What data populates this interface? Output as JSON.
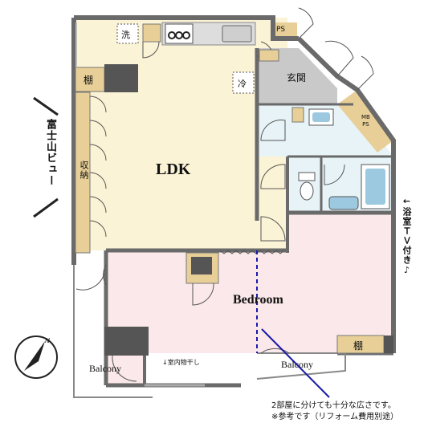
{
  "rooms": {
    "ldk": "LDK",
    "bedroom": "Bedroom",
    "genkan": "玄関",
    "mbps": "MB\nPS",
    "ps": "PS",
    "storage": "収納",
    "shelf_left": "棚",
    "shelf_right": "棚",
    "washer": "洗",
    "fridge": "冷",
    "balcony_left": "Balcony",
    "balcony_right": "Balcony",
    "laundry": "↓室内物干し"
  },
  "side_notes": {
    "view": "富士山ビュー",
    "bath_tv": "←浴室ＴＶ付き♪"
  },
  "caption": {
    "line1": "2部屋に分けても十分な広さです。",
    "line2": "※参考です（リフォーム費用別途）"
  },
  "compass": {
    "label": "N"
  },
  "colors": {
    "ldk": "#fbf3d6",
    "bedroom": "#fbe8ea",
    "wet": "#e7f3f7",
    "genkan": "#c9c9c9",
    "ps": "#e7cf97",
    "wall": "#6a6a6a",
    "divider": "#1a1aa8"
  }
}
